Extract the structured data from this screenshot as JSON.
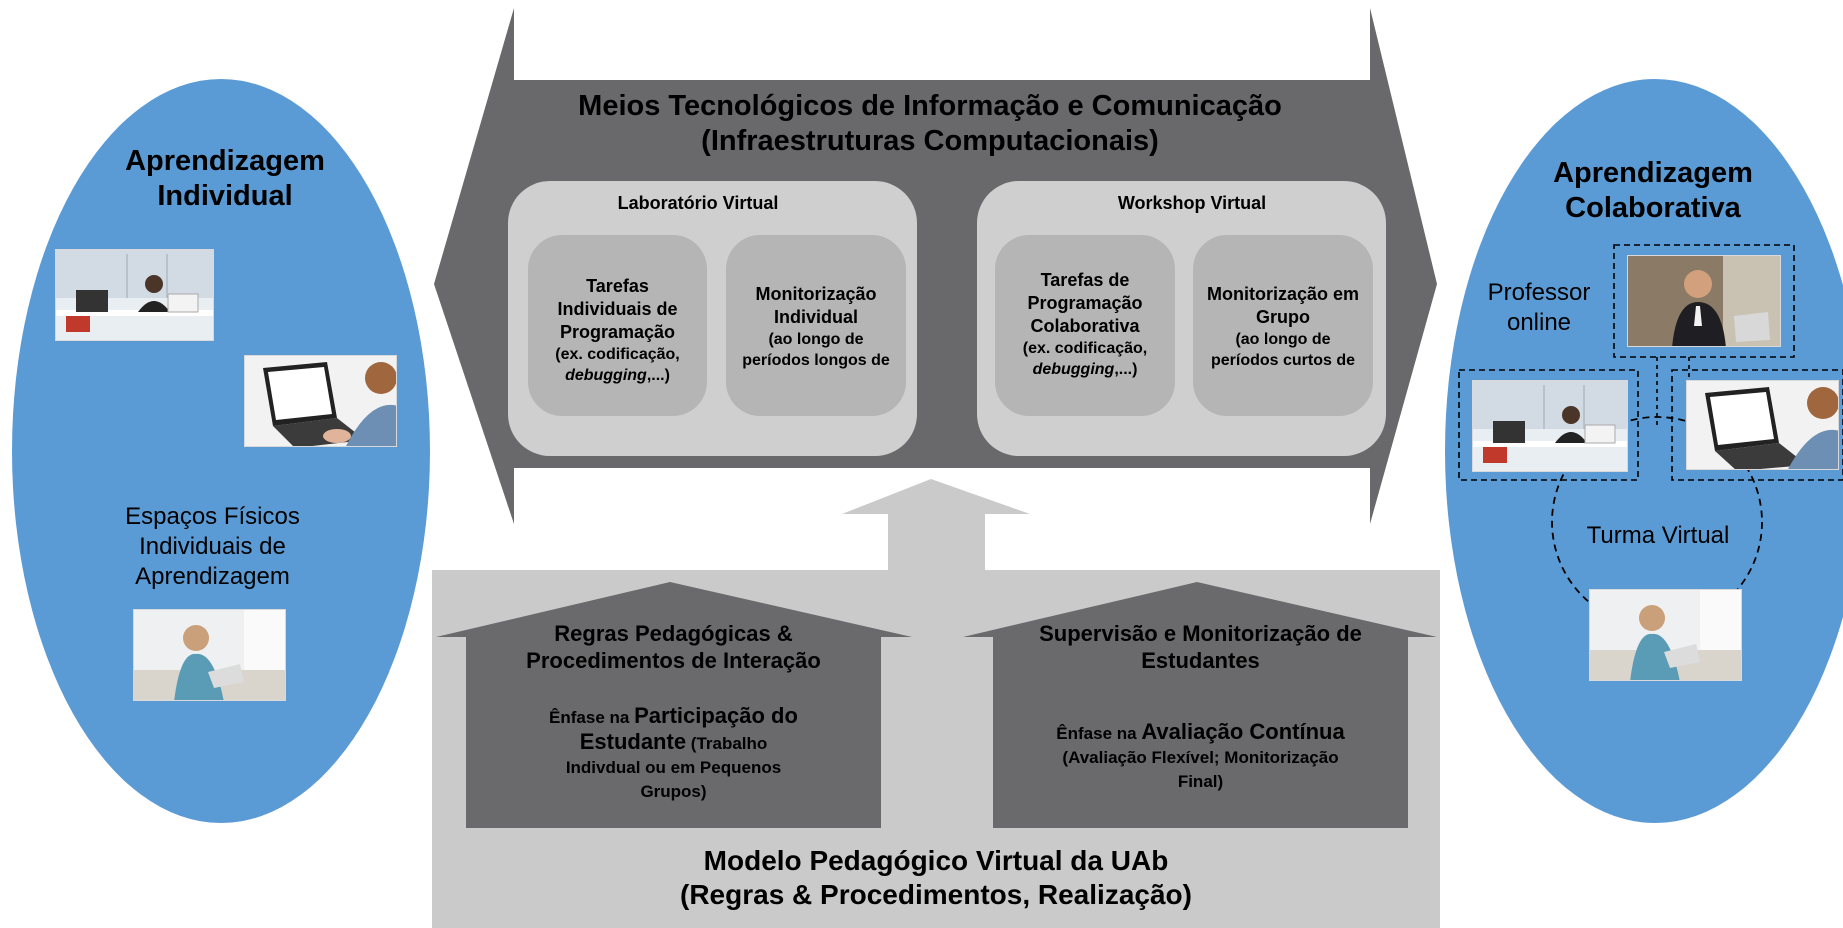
{
  "hexagon": {
    "title_line1": "Meios Tecnológicos de Informação e Comunicação",
    "title_line2": "(Infraestruturas Computacionais)",
    "lab": {
      "title": "Laboratório Virtual",
      "card1": {
        "line1": "Tarefas",
        "line2": "Individuais de",
        "line3": "Programação",
        "line4": "(ex. codificação,",
        "line5_italic": "debugging",
        "line5_rest": ",...)"
      },
      "card2": {
        "line1": "Monitorização",
        "line2": "Individual",
        "line3": "(ao longo de",
        "line4": "períodos longos de"
      }
    },
    "workshop": {
      "title": "Workshop Virtual",
      "card1": {
        "line1": "Tarefas de",
        "line2": "Programação",
        "line3": "Colaborativa",
        "line4": "(ex. codificação,",
        "line5_italic": "debugging",
        "line5_rest": ",...)"
      },
      "card2": {
        "line1": "Monitorização em",
        "line2": "Grupo",
        "line3": "(ao longo de",
        "line4": "períodos curtos de"
      }
    }
  },
  "left_ellipse": {
    "title_line1": "Aprendizagem",
    "title_line2": "Individual",
    "spaces_line1": "Espaços Físicos",
    "spaces_line2": "Individuais de",
    "spaces_line3": "Aprendizagem"
  },
  "right_ellipse": {
    "title_line1": "Aprendizagem",
    "title_line2": "Colaborativa",
    "professor_line1": "Professor",
    "professor_line2": "online",
    "virtual_class": "Turma Virtual"
  },
  "bottom": {
    "house_left": {
      "title_line1": "Regras Pedagógicas &",
      "title_line2": "Procedimentos de Interação",
      "emph_small": "Ênfase na ",
      "emph_big1": "Participação do",
      "emph_big2": "Estudante",
      "emph_small2": " (Trabalho",
      "emph_line3": "Indivdual ou em Pequenos",
      "emph_line4": "Grupos)"
    },
    "house_right": {
      "title_line1": "Supervisão e Monitorização de",
      "title_line2": "Estudantes",
      "emph_small": "Ênfase na ",
      "emph_big": "Avaliação Contínua",
      "emph_line2": "(Avaliação Flexível; Monitorização",
      "emph_line3": "Final)"
    },
    "title_line1": "Modelo Pedagógico Virtual da UAb",
    "title_line2": "(Regras & Procedimentos, Realização)"
  },
  "colors": {
    "ellipse_blue": "#5b9bd5",
    "hexagon_gray": "#69696b",
    "env_box": "#cfcfcf",
    "card": "#b5b5b5",
    "bottom_panel": "#cacaca",
    "house": "#6a6a6c"
  },
  "icons": [
    "photo-woman-desk",
    "photo-man-laptop",
    "photo-woman-sofa",
    "photo-man-headset"
  ]
}
